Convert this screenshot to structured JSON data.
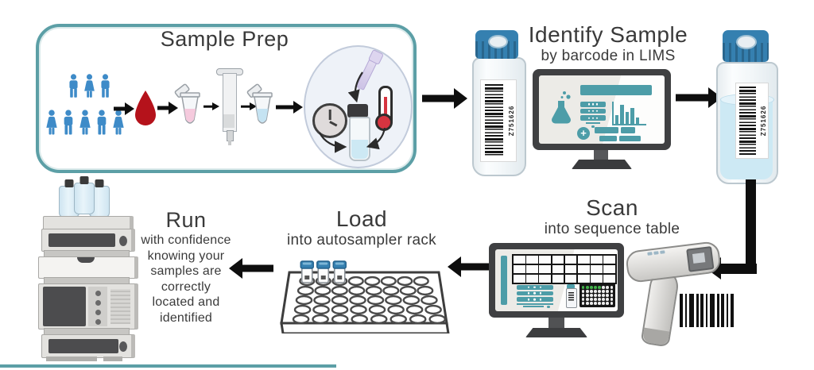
{
  "colors": {
    "accent_teal": "#5C9FA6",
    "ui_teal": "#4D9DA8",
    "people_blue": "#3E8BC8",
    "blood_red": "#B5121B",
    "cap_blue": "#3580B0",
    "liquid_blue": "#CDE9F4",
    "text": "#3A3A3A",
    "arrow": "#0E0E0E"
  },
  "sample_prep": {
    "title": "Sample Prep",
    "people_rows": [
      [
        "man",
        "woman",
        "man"
      ],
      [
        "woman",
        "man",
        "woman",
        "man",
        "woman"
      ]
    ]
  },
  "identify": {
    "title": "Identify Sample",
    "subtitle": "by barcode in LIMS",
    "chart_bars": [
      40,
      85,
      55,
      70,
      30
    ]
  },
  "vial_left": {
    "barcode": "Z751626"
  },
  "vial_right": {
    "barcode": "Z751626"
  },
  "scan": {
    "title": "Scan",
    "subtitle": "into sequence table",
    "table": {
      "rows": 3,
      "cols": 8
    },
    "plate": {
      "rows": 5,
      "cols": 8,
      "green_count": 5
    }
  },
  "load": {
    "title": "Load",
    "subtitle": "into autosampler rack",
    "rack": {
      "rows": 5,
      "cols": 8,
      "vials": 3
    }
  },
  "run": {
    "title": "Run",
    "lines": [
      "with confidence",
      "knowing your",
      "samples are",
      "correctly",
      "located and",
      "identified"
    ]
  }
}
